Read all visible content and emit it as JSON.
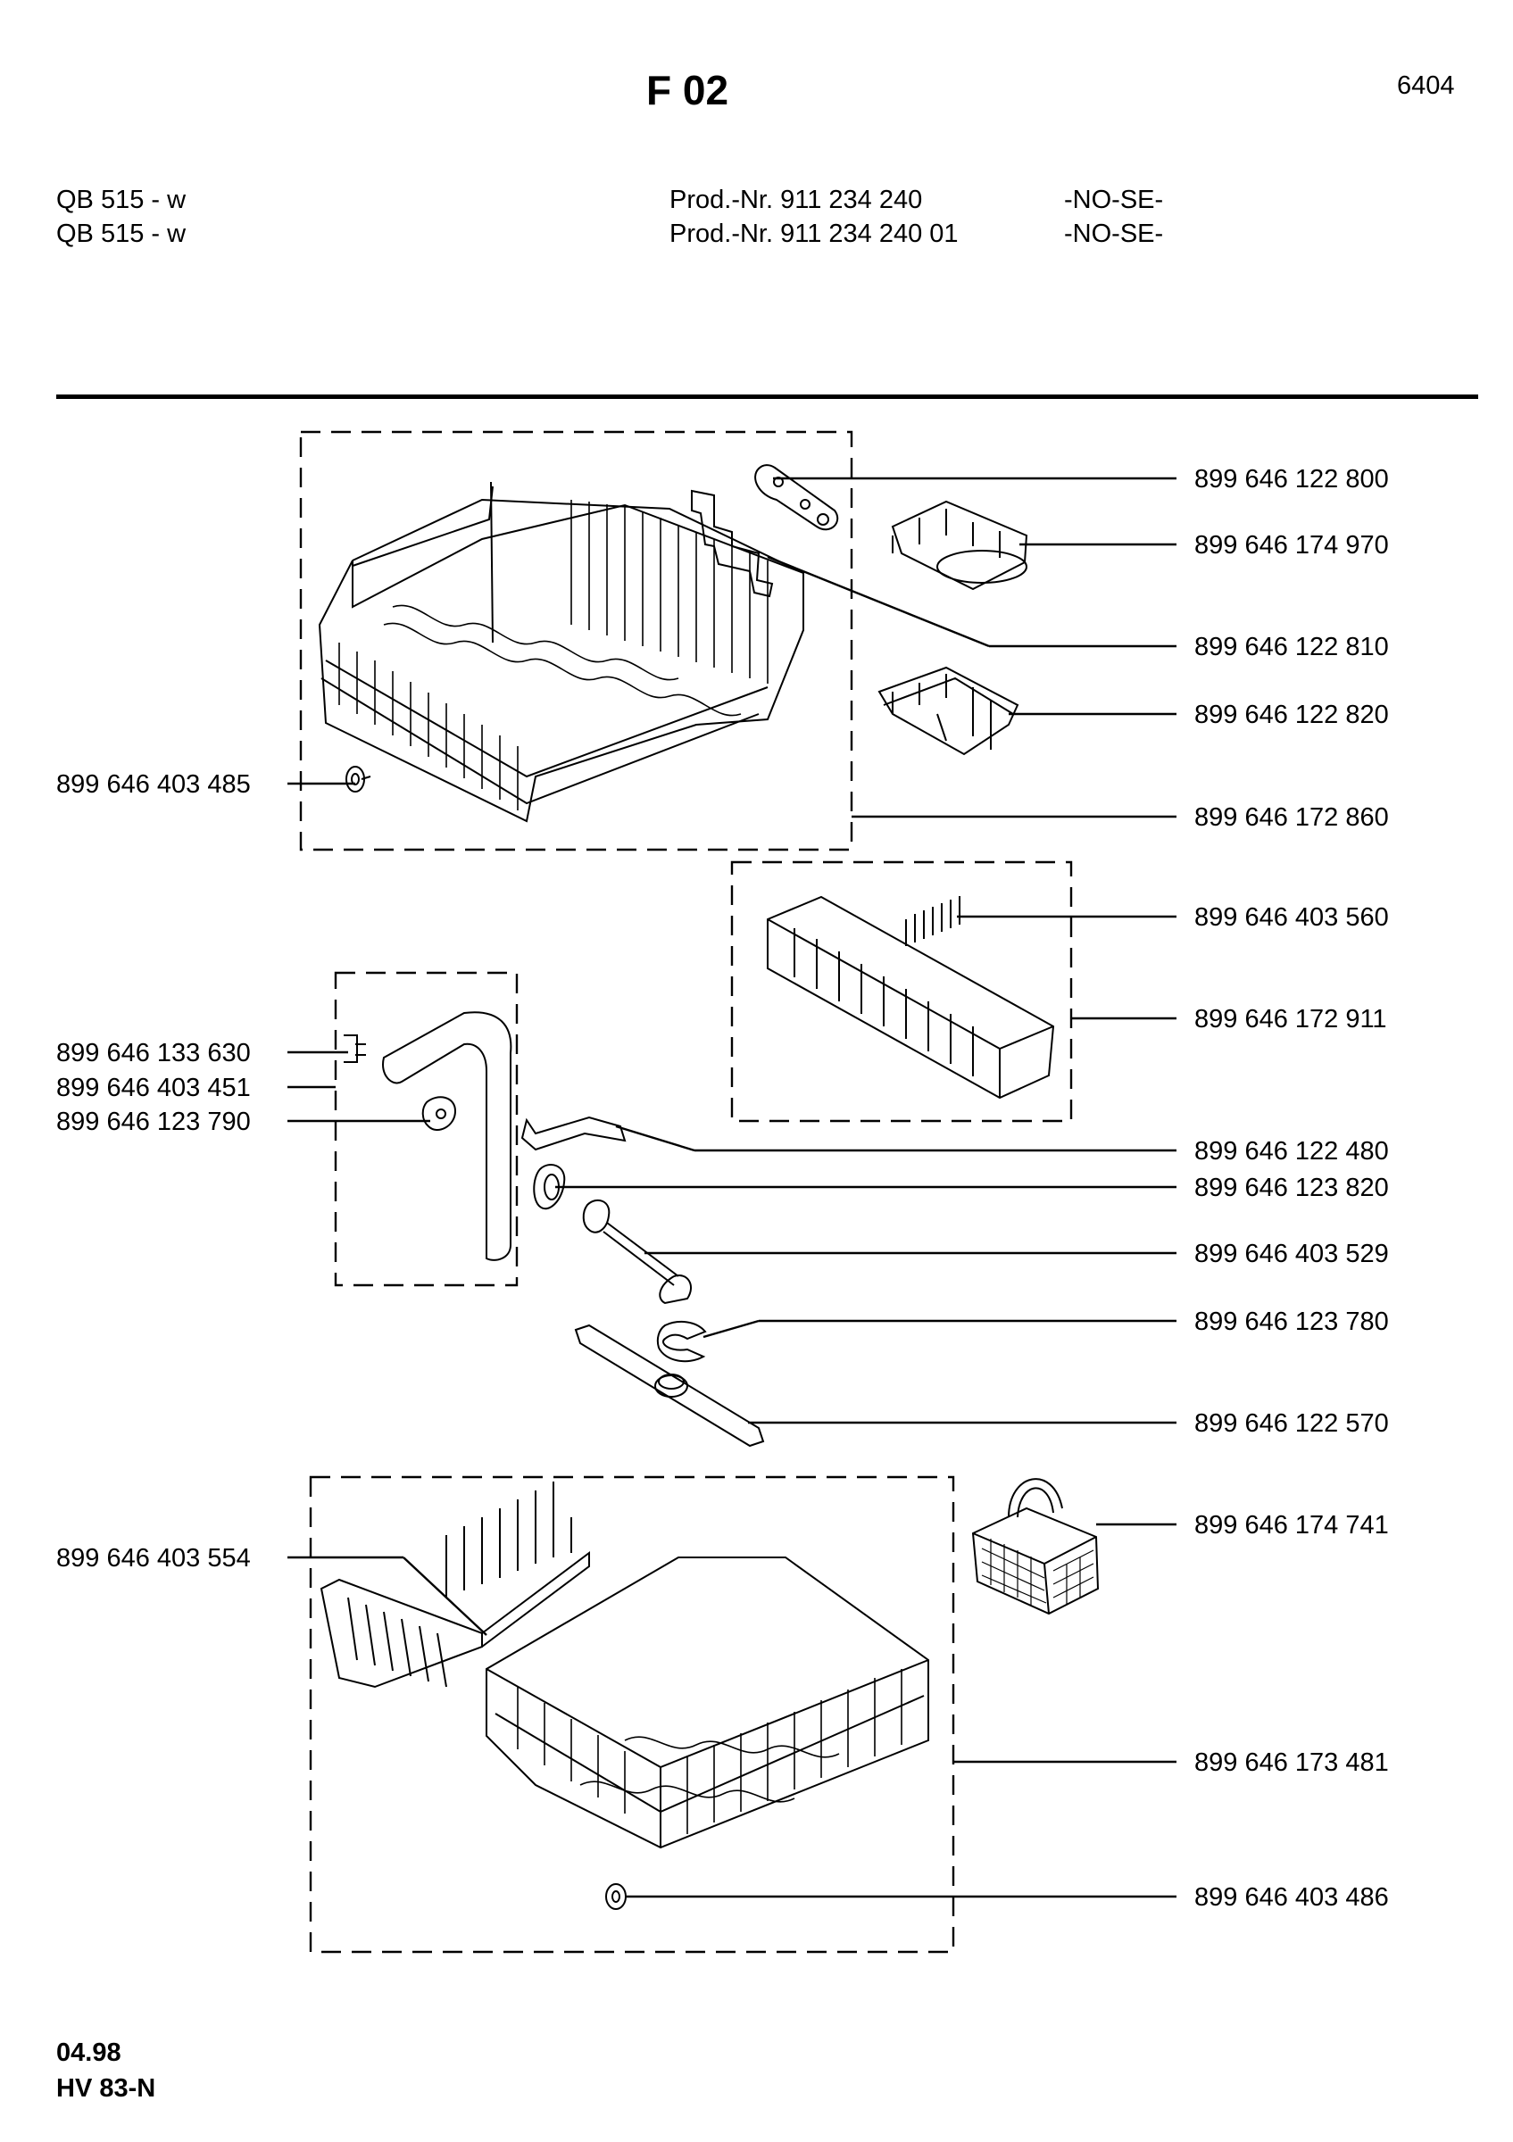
{
  "header": {
    "title": "F 02",
    "page_number": "6404",
    "models": [
      {
        "model": "QB 515 - w",
        "prod": "Prod.-Nr. 911 234 240",
        "region": "-NO-SE-"
      },
      {
        "model": "QB 515 - w",
        "prod": "Prod.-Nr. 911 234 240 01",
        "region": "-NO-SE-"
      }
    ]
  },
  "parts_right": [
    "899 646 122 800",
    "899 646 174 970",
    "899 646 122 810",
    "899 646 122 820",
    "899 646 172 860",
    "899 646 403 560",
    "899 646 172 911",
    "899 646 122 480",
    "899 646 123 820",
    "899 646 403 529",
    "899 646 123 780",
    "899 646 122 570",
    "899 646 174 741",
    "899 646 173 481",
    "899 646 403 486"
  ],
  "parts_left": [
    "899 646 403 485",
    "899 646 133 630",
    "899 646 403 451",
    "899 646 123 790",
    "899 646 403 554"
  ],
  "footer": {
    "date": "04.98",
    "code": "HV 83-N"
  }
}
